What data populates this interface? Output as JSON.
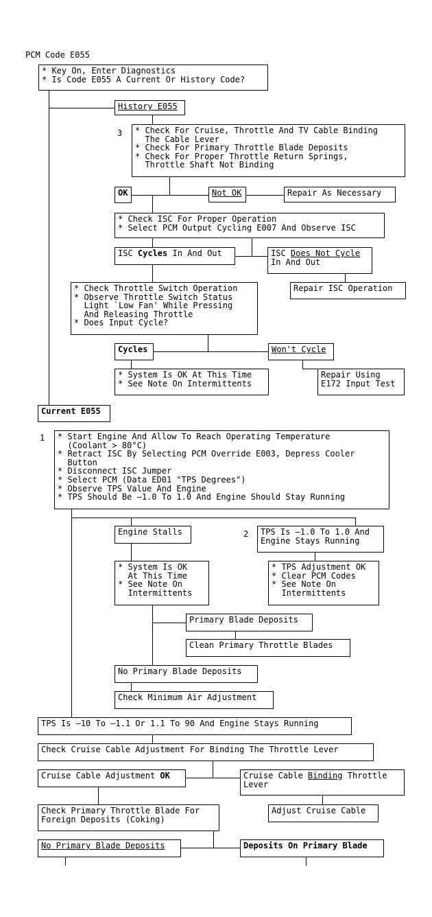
{
  "title": "PCM Code E055",
  "step_numbers": {
    "s3": "3",
    "s1": "1",
    "s2": "2"
  },
  "boxes": {
    "start": [
      "* Key On, Enter Diagnostics",
      "* Is Code E055 A Current Or History Code?"
    ],
    "history": "History E055",
    "cable_checks": [
      "* Check For Cruise, Throttle And TV Cable Binding",
      "  The Cable Lever",
      "* Check For Primary Throttle Blade Deposits",
      "* Check For Proper Throttle Return Springs,",
      "  Throttle Shaft Not Binding"
    ],
    "ok": "OK",
    "not_ok": "Not OK",
    "repair_as_necessary": "Repair As Necessary",
    "isc_check": [
      "* Check ISC For Proper Operation",
      "* Select PCM Output Cycling E007 And Observe ISC"
    ],
    "isc_cycles": {
      "pre": "ISC ",
      "bold": "Cycles",
      "post": " In And Out"
    },
    "isc_not_cycle": {
      "pre": "ISC ",
      "under": "Does Not Cycle",
      "line2": "In And Out"
    },
    "repair_isc": "Repair ISC Operation",
    "throttle_switch": [
      "* Check Throttle Switch Operation",
      "* Observe Throttle Switch Status",
      "  Light `Low Fan' While Pressing",
      "  And Releasing Throttle",
      "* Does Input Cycle?"
    ],
    "cycles": "Cycles",
    "wont_cycle": "Won't Cycle",
    "system_ok_1": [
      "* System Is OK At This Time",
      "* See Note On Intermittents"
    ],
    "repair_using": [
      "Repair Using",
      "E172 Input Test"
    ],
    "current": "Current E055",
    "start_engine": [
      "* Start Engine And Allow To Reach Operating Temperature",
      "  (Coolant > 80°C)",
      "* Retract ISC By Selecting PCM Override E003, Depress Cooler",
      "  Button",
      "* Disconnect ISC Jumper",
      "* Select PCM (Data ED01 \"TPS Degrees\")",
      "* Observe TPS Value And Engine",
      "* TPS Should Be –1.0 To 1.0 And Engine Should Stay Running"
    ],
    "engine_stalls": "Engine Stalls",
    "tps_range": [
      "TPS Is –1.0 To 1.0 And",
      "Engine Stays Running"
    ],
    "system_ok_2": [
      "* System Is OK",
      "  At This Time",
      "* See Note On",
      "  Intermittents"
    ],
    "tps_adjust_ok": [
      "* TPS Adjustment OK",
      "* Clear PCM Codes",
      "* See Note On",
      "  Intermittents"
    ],
    "primary_blade_deposits": "Primary Blade Deposits",
    "clean_blades": "Clean Primary Throttle Blades",
    "no_primary_deposits": "No Primary Blade Deposits",
    "check_min_air": "Check Minimum Air Adjustment",
    "tps_out_range": "TPS Is –10 To –1.1 Or 1.1 To 90 And Engine Stays Running",
    "check_cruise": "Check Cruise Cable Adjustment For Binding The Throttle Lever",
    "cruise_ok": {
      "pre": "Cruise Cable Adjustment ",
      "bold": "OK"
    },
    "cruise_binding": {
      "pre": "Cruise Cable ",
      "under": "Binding",
      "post": " Throttle",
      "line2": "Lever"
    },
    "check_primary_foreign": [
      "Check Primary Throttle Blade For",
      "Foreign Deposits (Coking)"
    ],
    "adjust_cruise": "Adjust Cruise Cable",
    "no_primary_deposits_2": "No Primary Blade Deposits",
    "deposits_on_primary": "Deposits On Primary Blade"
  }
}
